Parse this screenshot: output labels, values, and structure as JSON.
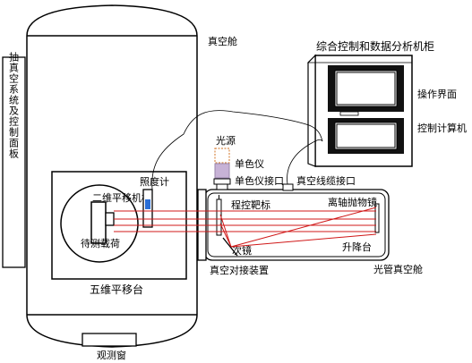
{
  "labels": {
    "vacuum_chamber": "真空舱",
    "control_cabinet": "综合控制和数据分析机柜",
    "operation_screen": "操作界面",
    "control_computer": "控制计算机",
    "pump_panel": "抽真空系统及控制面板",
    "light_source": "光源",
    "monochromator": "单色仪",
    "mono_port": "单色仪接口",
    "vacuum_cable_port": "真空线缆接口",
    "illuminometer": "照度计",
    "two_d_stage": "二维平移机构",
    "test_load": "待测载荷",
    "target": "程控靶标",
    "off_axis_mirror": "离轴抛物镜",
    "secondary_mirror": "次镜",
    "lift_stage": "升降台",
    "five_d_stage": "五维平移台",
    "vacuum_docking": "真空对接装置",
    "tube_chamber": "光管真空舱",
    "observation_window": "观测窗"
  },
  "colors": {
    "beam": "#d01818",
    "illuminometer_blue": "#2b6fd6",
    "monochromator_fill": "#c7b2d6",
    "source_stroke": "#d98b4a"
  }
}
